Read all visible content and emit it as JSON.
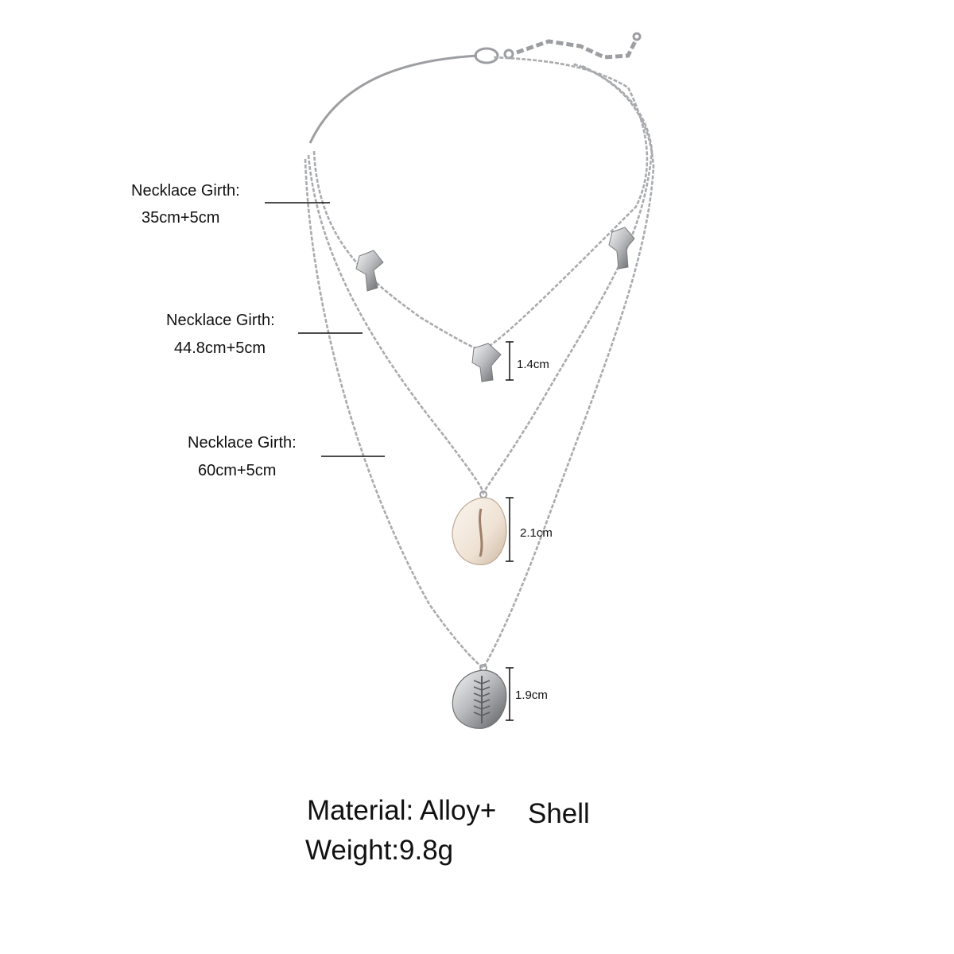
{
  "girth_labels": [
    {
      "title": "Necklace Girth:",
      "value": "35cm+5cm"
    },
    {
      "title": "Necklace Girth:",
      "value": "44.8cm+5cm"
    },
    {
      "title": "Necklace Girth:",
      "value": "60cm+5cm"
    }
  ],
  "pendant_sizes": [
    "1.4cm",
    "2.1cm",
    "1.9cm"
  ],
  "specs": {
    "material_label": "Material: Alloy+",
    "material_extra": "Shell",
    "weight": "Weight:9.8g"
  },
  "colors": {
    "chain": "#a9abae",
    "silver_dark": "#6e7073",
    "shell": "#f2e7dc",
    "text": "#111111",
    "background": "#ffffff"
  }
}
